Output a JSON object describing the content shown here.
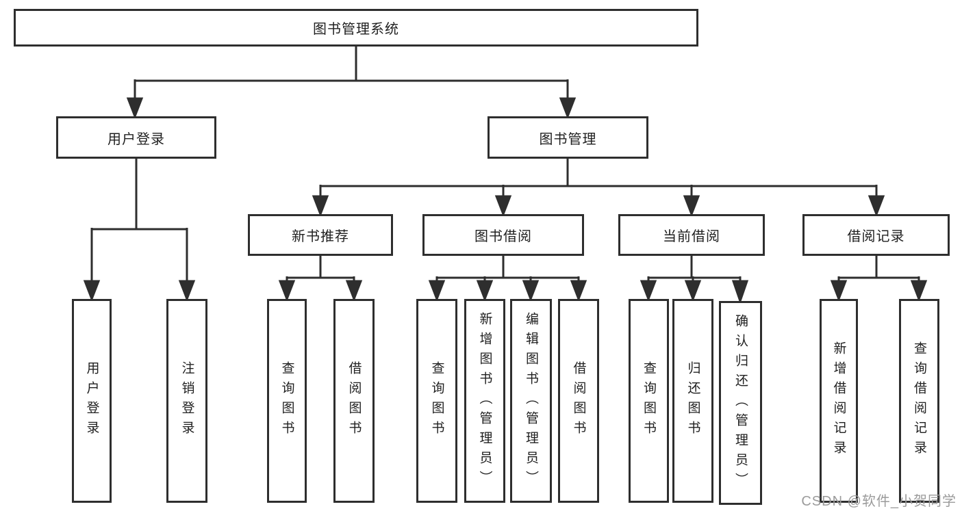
{
  "tree": {
    "root": {
      "label": "图书管理系统"
    },
    "branches": [
      {
        "label": "用户登录",
        "children": [
          {
            "label": "用户登录"
          },
          {
            "label": "注销登录"
          }
        ]
      },
      {
        "label": "图书管理",
        "children": [
          {
            "label": "新书推荐",
            "children": [
              {
                "label": "查询图书"
              },
              {
                "label": "借阅图书"
              }
            ]
          },
          {
            "label": "图书借阅",
            "children": [
              {
                "label": "查询图书"
              },
              {
                "label": "新增图书（管理员）"
              },
              {
                "label": "编辑图书（管理员）"
              },
              {
                "label": "借阅图书"
              }
            ]
          },
          {
            "label": "当前借阅",
            "children": [
              {
                "label": "查询图书"
              },
              {
                "label": "归还图书"
              },
              {
                "label": "确认归还（管理员）"
              }
            ]
          },
          {
            "label": "借阅记录",
            "children": [
              {
                "label": "新增借阅记录"
              },
              {
                "label": "查询借阅记录"
              }
            ]
          }
        ]
      }
    ]
  },
  "watermark": {
    "text": "CSDN @软件_小贺同学",
    "color": "#9b9b9b"
  },
  "colors": {
    "line": "#2e2e2e",
    "box_border": "#2e2e2e",
    "text": "#1f1f1f",
    "background": "#ffffff"
  }
}
